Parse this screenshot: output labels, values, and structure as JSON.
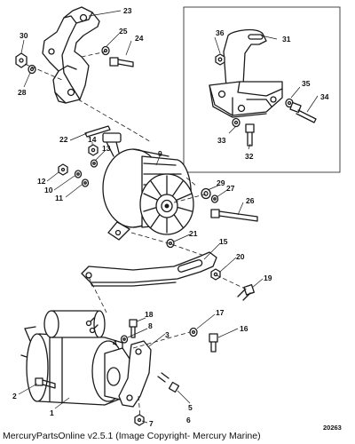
{
  "caption": "MercuryPartsOnline v2.5.1 (Image Copyright- Mercury Marine)",
  "art_number": "20263",
  "callouts": [
    {
      "id": "c1",
      "label": "1"
    },
    {
      "id": "c2",
      "label": "2"
    },
    {
      "id": "c3",
      "label": "3"
    },
    {
      "id": "c4",
      "label": "4"
    },
    {
      "id": "c5",
      "label": "5"
    },
    {
      "id": "c6",
      "label": "6"
    },
    {
      "id": "c7",
      "label": "7"
    },
    {
      "id": "c8",
      "label": "8"
    },
    {
      "id": "c9",
      "label": "9"
    },
    {
      "id": "c10",
      "label": "10"
    },
    {
      "id": "c11",
      "label": "11"
    },
    {
      "id": "c12",
      "label": "12"
    },
    {
      "id": "c13",
      "label": "13"
    },
    {
      "id": "c14",
      "label": "14"
    },
    {
      "id": "c15",
      "label": "15"
    },
    {
      "id": "c16",
      "label": "16"
    },
    {
      "id": "c17",
      "label": "17"
    },
    {
      "id": "c18",
      "label": "18"
    },
    {
      "id": "c19",
      "label": "19"
    },
    {
      "id": "c20",
      "label": "20"
    },
    {
      "id": "c21",
      "label": "21"
    },
    {
      "id": "c22",
      "label": "22"
    },
    {
      "id": "c23",
      "label": "23"
    },
    {
      "id": "c24",
      "label": "24"
    },
    {
      "id": "c25",
      "label": "25"
    },
    {
      "id": "c26",
      "label": "26"
    },
    {
      "id": "c27",
      "label": "27"
    },
    {
      "id": "c28",
      "label": "28"
    },
    {
      "id": "c29",
      "label": "29"
    },
    {
      "id": "c30",
      "label": "30"
    },
    {
      "id": "c31",
      "label": "31"
    },
    {
      "id": "c32",
      "label": "32"
    },
    {
      "id": "c33",
      "label": "33"
    },
    {
      "id": "c34",
      "label": "34"
    },
    {
      "id": "c35",
      "label": "35"
    },
    {
      "id": "c36",
      "label": "36"
    }
  ]
}
